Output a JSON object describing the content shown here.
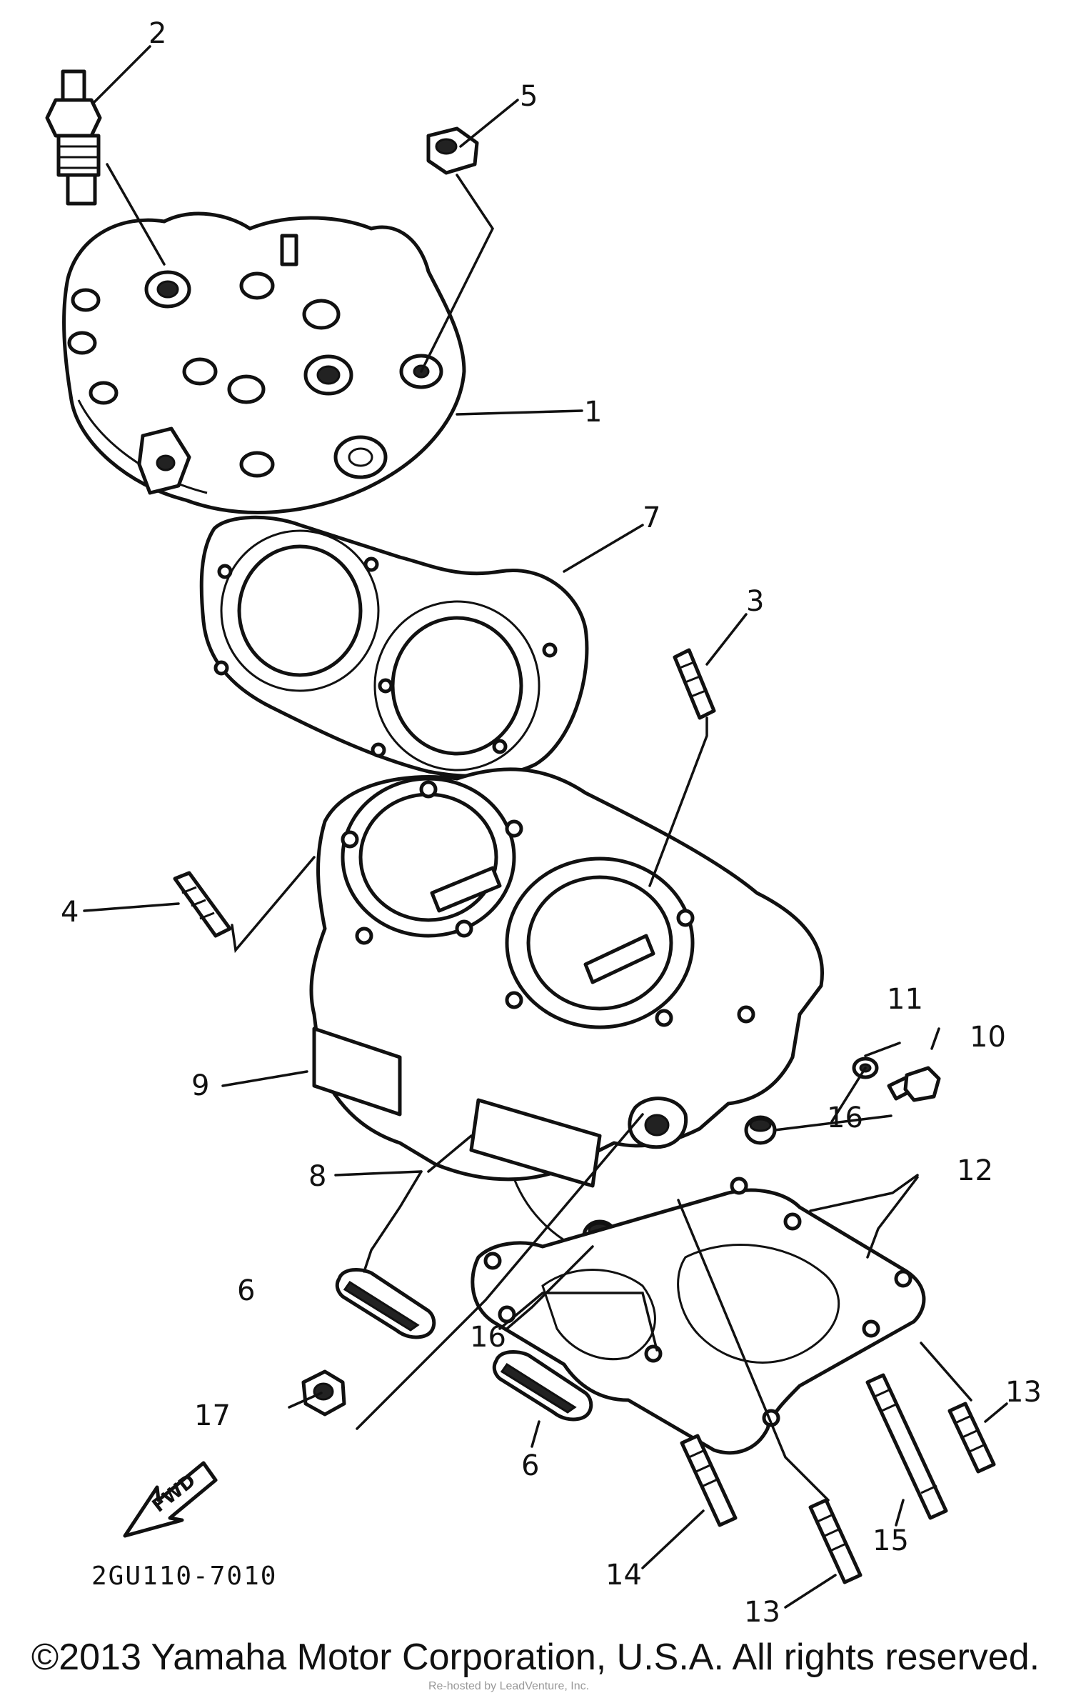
{
  "callouts": {
    "c1": "1",
    "c2": "2",
    "c3": "3",
    "c4": "4",
    "c5": "5",
    "c6a": "6",
    "c6b": "6",
    "c7": "7",
    "c8": "8",
    "c9": "9",
    "c10": "10",
    "c11": "11",
    "c12": "12",
    "c13a": "13",
    "c13b": "13",
    "c14": "14",
    "c15": "15",
    "c16a": "16",
    "c16b": "16",
    "c17": "17"
  },
  "fwd_label": "FWD",
  "diagram_code": "2GU110-7010",
  "watermark": "Re-hosted by LeadVenture, Inc.",
  "copyright": "©2013 Yamaha Motor Corporation, U.S.A. All rights reserved.",
  "colors": {
    "ink": "#111111",
    "paper": "#ffffff"
  }
}
